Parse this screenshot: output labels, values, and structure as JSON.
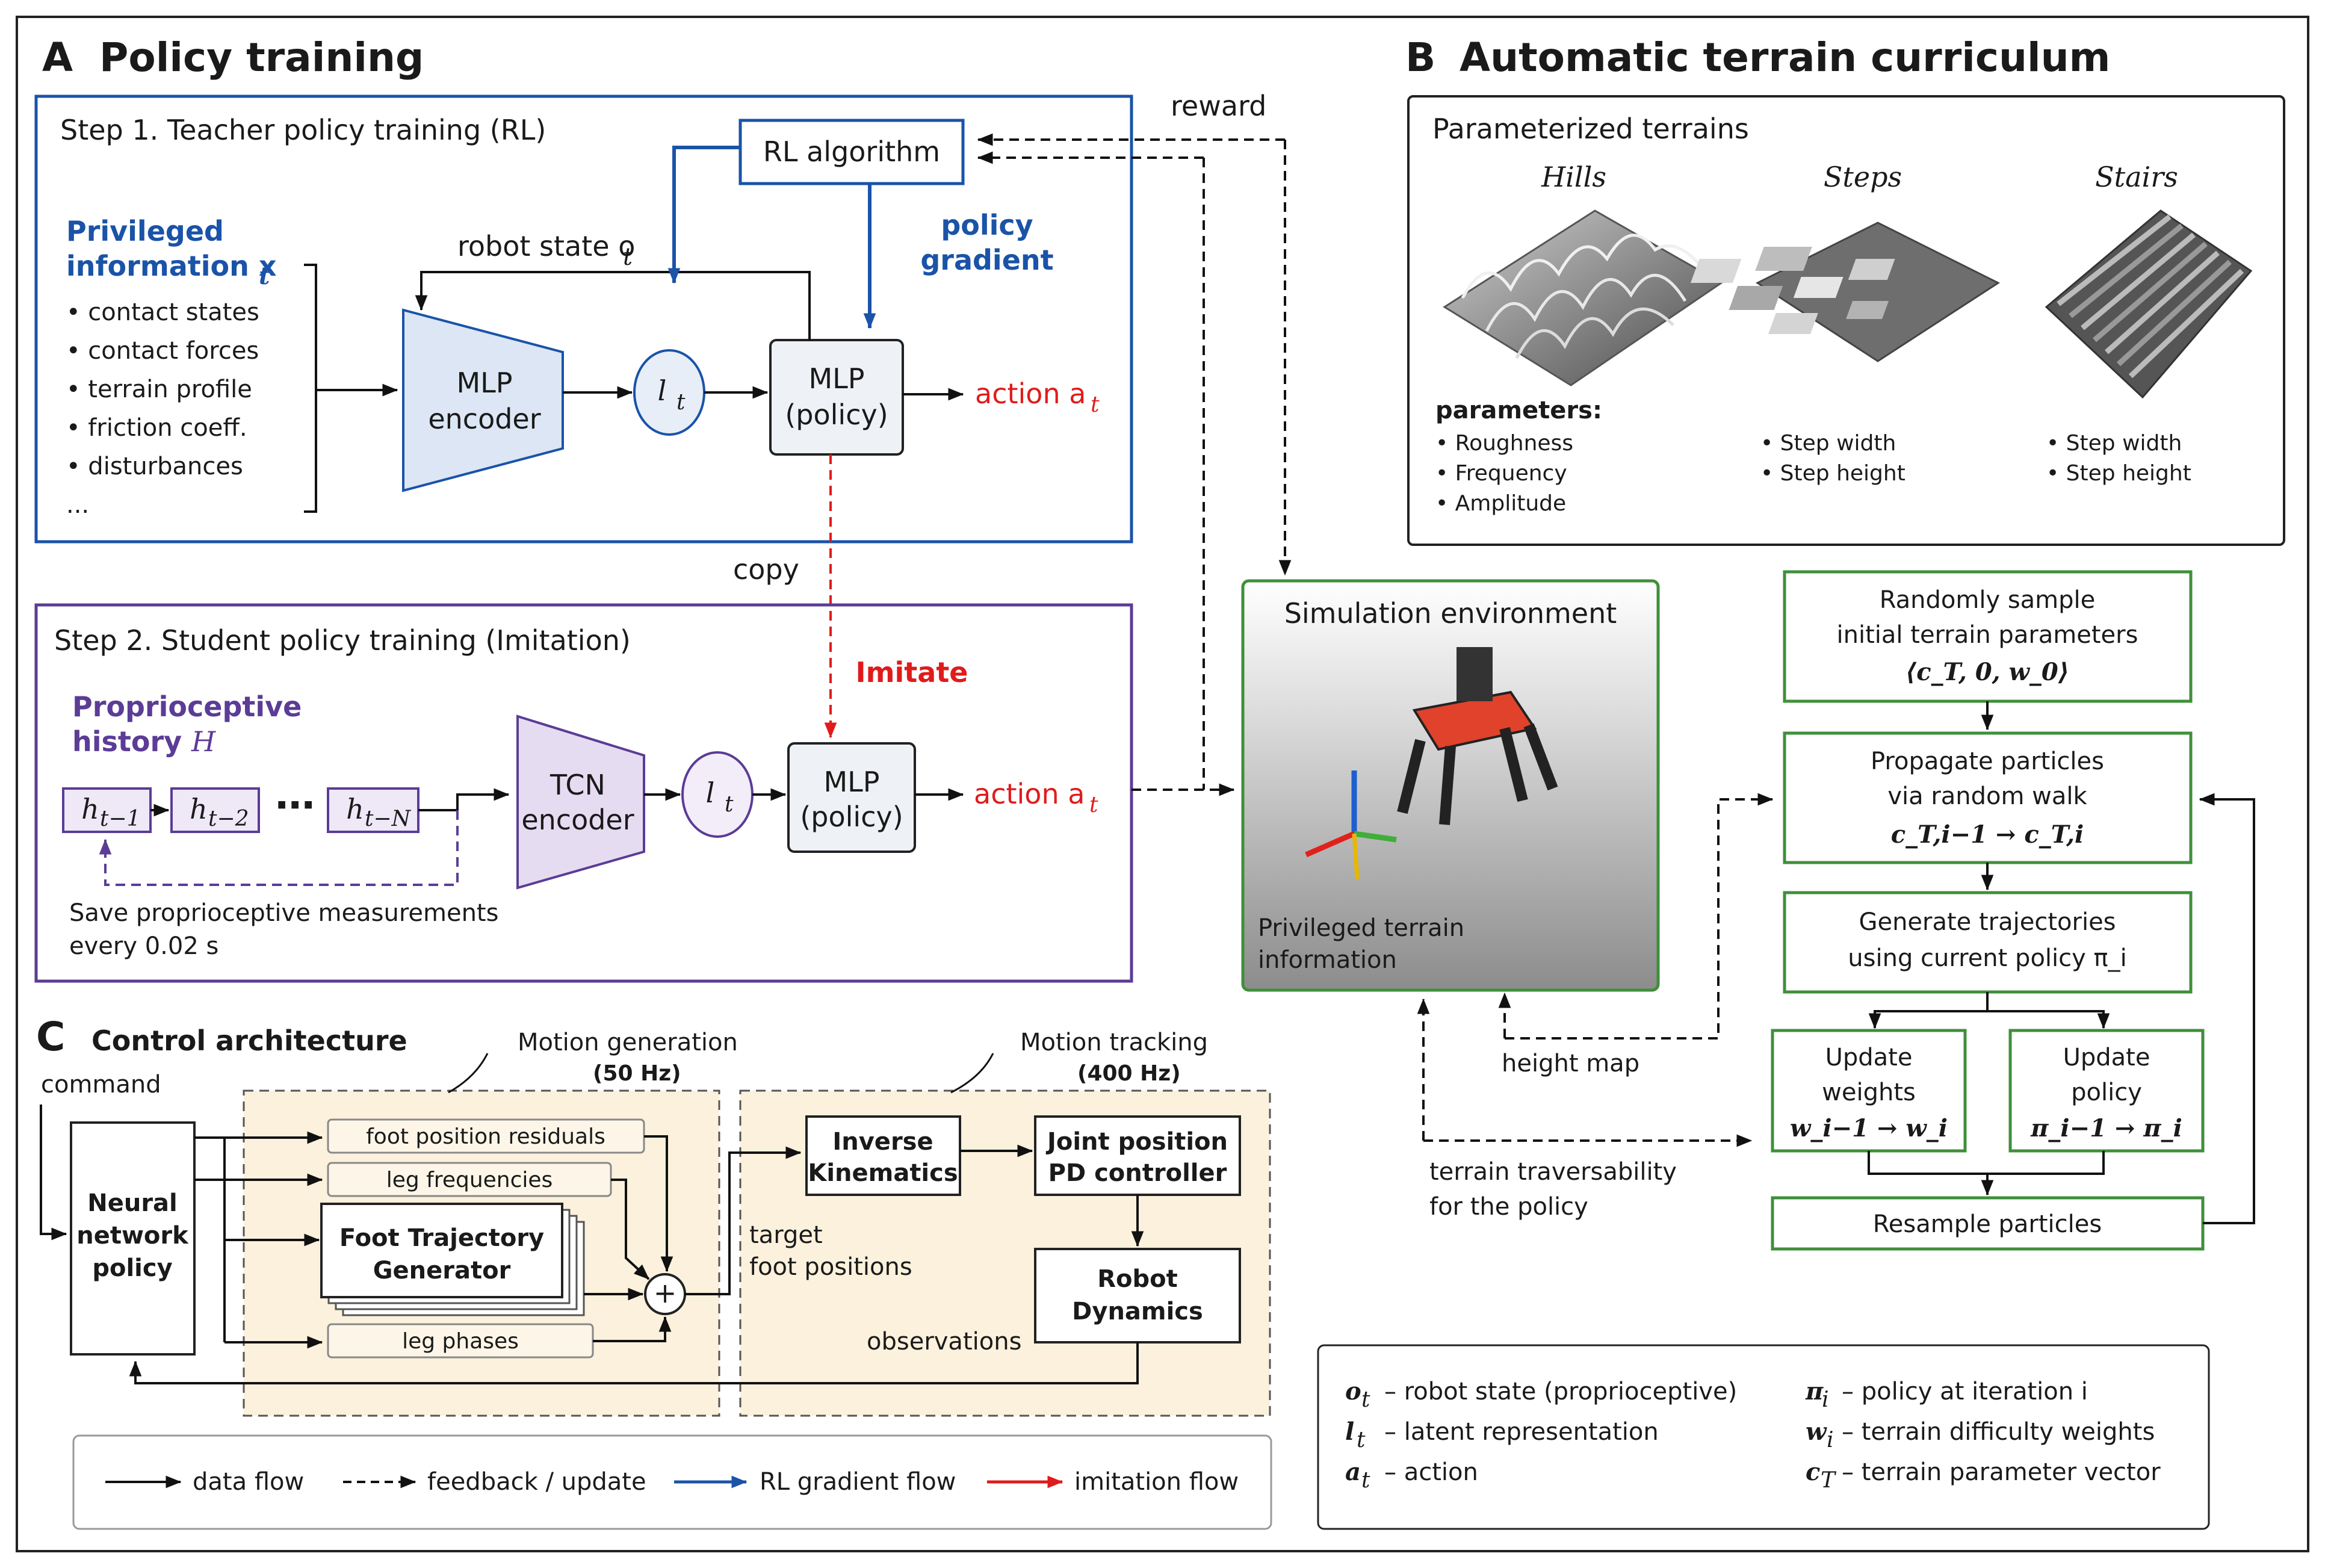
{
  "sections": {
    "A": {
      "letter": "A",
      "title": "Policy training"
    },
    "B": {
      "letter": "B",
      "title": "Automatic terrain curriculum"
    },
    "C": {
      "letter": "C",
      "title": "Control architecture"
    }
  },
  "step1": {
    "title": "Step 1. Teacher policy training (RL)",
    "rl_algorithm": "RL algorithm",
    "priv_line1": "Privileged",
    "priv_line2": "information x",
    "priv_sub": "t",
    "priv_items": [
      "• contact states",
      "• contact forces",
      "• terrain profile",
      "• friction coeff.",
      "• disturbances",
      "..."
    ],
    "robot_state": "robot state o",
    "robot_state_sub": "t",
    "encoder_l1": "MLP",
    "encoder_l2": "encoder",
    "latent": "l",
    "latent_sub": "t",
    "policy_l1": "MLP",
    "policy_l2": "(policy)",
    "policy_gradient_l1": "policy",
    "policy_gradient_l2": "gradient",
    "action": "action a",
    "action_sub": "t",
    "reward": "reward",
    "copy": "copy"
  },
  "step2": {
    "title": "Step 2. Student policy training (Imitation)",
    "proprio_l1": "Proprioceptive",
    "proprio_l2": "history",
    "proprio_var": "H",
    "imitate": "Imitate",
    "hist": [
      "h",
      "h",
      "h"
    ],
    "hist_sub": [
      "t−1",
      "t−2",
      "t−N"
    ],
    "dots": "⋯",
    "tcn_l1": "TCN",
    "tcn_l2": "encoder",
    "latent": "l",
    "latent_sub": "t",
    "policy_l1": "MLP",
    "policy_l2": "(policy)",
    "action": "action a",
    "action_sub": "t",
    "save_l1": "Save proprioceptive measurements",
    "save_l2": "every 0.02 s"
  },
  "terrains": {
    "title": "Parameterized terrains",
    "hills": "Hills",
    "steps": "Steps",
    "stairs": "Stairs",
    "params_title": "parameters:",
    "hills_params": [
      "• Roughness",
      "• Frequency",
      "• Amplitude"
    ],
    "steps_params": [
      "• Step width",
      "• Step height"
    ],
    "stairs_params": [
      "• Step width",
      "• Step height"
    ]
  },
  "sim": {
    "title": "Simulation environment",
    "priv_l1": "Privileged terrain",
    "priv_l2": "information",
    "height_map": "height map",
    "trav_l1": "terrain traversability",
    "trav_l2": "for the policy"
  },
  "curriculum": {
    "sample_l1": "Randomly sample",
    "sample_l2": "initial terrain parameters",
    "sample_l3": "⟨c_T, 0, w_0⟩",
    "prop_l1": "Propagate particles",
    "prop_l2": "via random walk",
    "prop_l3": "c_T,i−1 → c_T,i",
    "gen_l1": "Generate trajectories",
    "gen_l2": "using current policy π_i",
    "upd_w_l1": "Update",
    "upd_w_l2": "weights",
    "upd_w_l3": "w_i−1 → w_i",
    "upd_p_l1": "Update",
    "upd_p_l2": "policy",
    "upd_p_l3": "π_i−1 → π_i",
    "resample": "Resample particles"
  },
  "control": {
    "command": "command",
    "nn_l1": "Neural",
    "nn_l2": "network",
    "nn_l3": "policy",
    "motion_gen": "Motion generation",
    "motion_gen_hz": "(50 Hz)",
    "motion_track": "Motion tracking",
    "motion_track_hz": "(400 Hz)",
    "foot_res": "foot position residuals",
    "leg_freq": "leg frequencies",
    "ftg_l1": "Foot Trajectory",
    "ftg_l2": "Generator",
    "leg_phases": "leg phases",
    "plus": "+",
    "target_l1": "target",
    "target_l2": "foot positions",
    "ik_l1": "Inverse",
    "ik_l2": "Kinematics",
    "pd_l1": "Joint position",
    "pd_l2": "PD controller",
    "rd_l1": "Robot",
    "rd_l2": "Dynamics",
    "observations": "observations"
  },
  "legend": {
    "data_flow": "data flow",
    "feedback": "feedback / update",
    "rl_flow": "RL gradient flow",
    "imitation_flow": "imitation flow"
  },
  "notation": {
    "o_sym": "o",
    "o_sub": "t",
    "o_desc": "– robot state (proprioceptive)",
    "l_sym": "l",
    "l_sub": "t",
    "l_desc": "– latent representation",
    "a_sym": "a",
    "a_sub": "t",
    "a_desc": "– action",
    "pi_sym": "π",
    "pi_sub": "i",
    "pi_desc": "– policy at iteration i",
    "w_sym": "w",
    "w_sub": "i",
    "w_desc": "– terrain difficulty weights",
    "c_sym": "c",
    "c_sub": "T",
    "c_desc": "– terrain parameter vector"
  },
  "colors": {
    "blue": "#1a53a8",
    "red": "#e01b1b",
    "purple": "#5b3c96",
    "green": "#3f8f3a",
    "encoder_blue": "#dce6f4",
    "encoder_purple": "#e6dcf2",
    "orange_fill": "#fbf1dc"
  }
}
